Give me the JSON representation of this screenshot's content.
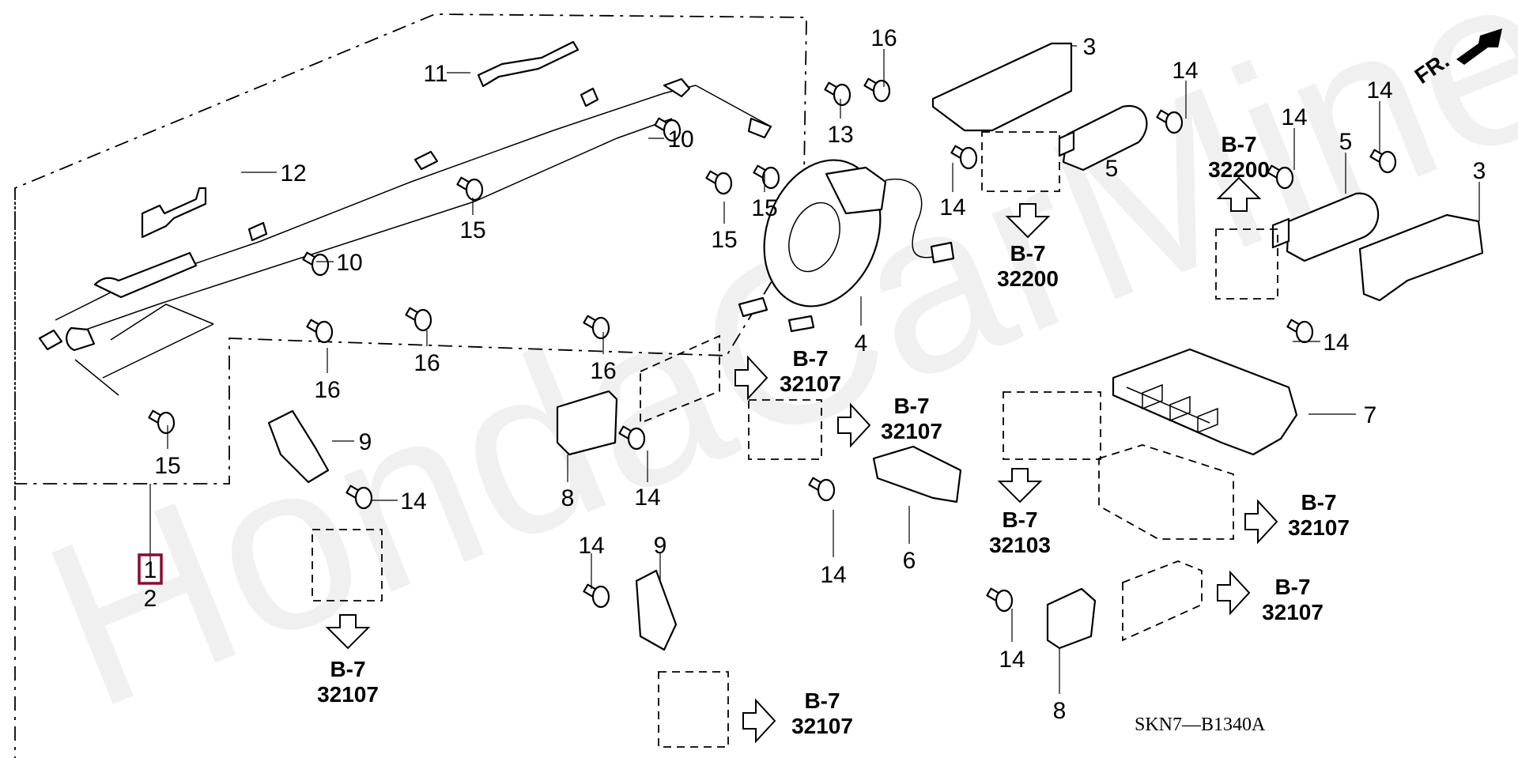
{
  "diagram": {
    "watermark": "HondaCarMine.ru",
    "diagram_code": "SKN7—B1340A",
    "front_indicator": "FR.",
    "highlight_color": "#8b0a2e",
    "highlighted_part": "1",
    "part_labels": [
      {
        "id": "p1",
        "text": "1"
      },
      {
        "id": "p2",
        "text": "2"
      },
      {
        "id": "p3a",
        "text": "3"
      },
      {
        "id": "p3b",
        "text": "3"
      },
      {
        "id": "p4",
        "text": "4"
      },
      {
        "id": "p5a",
        "text": "5"
      },
      {
        "id": "p5b",
        "text": "5"
      },
      {
        "id": "p6",
        "text": "6"
      },
      {
        "id": "p7",
        "text": "7"
      },
      {
        "id": "p8a",
        "text": "8"
      },
      {
        "id": "p8b",
        "text": "8"
      },
      {
        "id": "p9a",
        "text": "9"
      },
      {
        "id": "p9b",
        "text": "9"
      },
      {
        "id": "p10a",
        "text": "10"
      },
      {
        "id": "p10b",
        "text": "10"
      },
      {
        "id": "p11",
        "text": "11"
      },
      {
        "id": "p12",
        "text": "12"
      },
      {
        "id": "p13",
        "text": "13"
      },
      {
        "id": "p14a",
        "text": "14"
      },
      {
        "id": "p14b",
        "text": "14"
      },
      {
        "id": "p14c",
        "text": "14"
      },
      {
        "id": "p14d",
        "text": "14"
      },
      {
        "id": "p14e",
        "text": "14"
      },
      {
        "id": "p14f",
        "text": "14"
      },
      {
        "id": "p14g",
        "text": "14"
      },
      {
        "id": "p14h",
        "text": "14"
      },
      {
        "id": "p14i",
        "text": "14"
      },
      {
        "id": "p14j",
        "text": "14"
      },
      {
        "id": "p15a",
        "text": "15"
      },
      {
        "id": "p15b",
        "text": "15"
      },
      {
        "id": "p15c",
        "text": "15"
      },
      {
        "id": "p15d",
        "text": "15"
      },
      {
        "id": "p16a",
        "text": "16"
      },
      {
        "id": "p16b",
        "text": "16"
      },
      {
        "id": "p16c",
        "text": "16"
      },
      {
        "id": "p16d",
        "text": "16"
      }
    ],
    "references": [
      {
        "id": "r1",
        "section": "B-7",
        "code": "32200",
        "direction": "down"
      },
      {
        "id": "r2",
        "section": "B-7",
        "code": "32200",
        "direction": "up"
      },
      {
        "id": "r3",
        "section": "B-7",
        "code": "32107",
        "direction": "right"
      },
      {
        "id": "r4",
        "section": "B-7",
        "code": "32107",
        "direction": "right"
      },
      {
        "id": "r5",
        "section": "B-7",
        "code": "32103",
        "direction": "down"
      },
      {
        "id": "r6",
        "section": "B-7",
        "code": "32107",
        "direction": "right"
      },
      {
        "id": "r7",
        "section": "B-7",
        "code": "32107",
        "direction": "down"
      },
      {
        "id": "r8",
        "section": "B-7",
        "code": "32107",
        "direction": "right"
      },
      {
        "id": "r9",
        "section": "B-7",
        "code": "32107",
        "direction": "right"
      }
    ]
  }
}
